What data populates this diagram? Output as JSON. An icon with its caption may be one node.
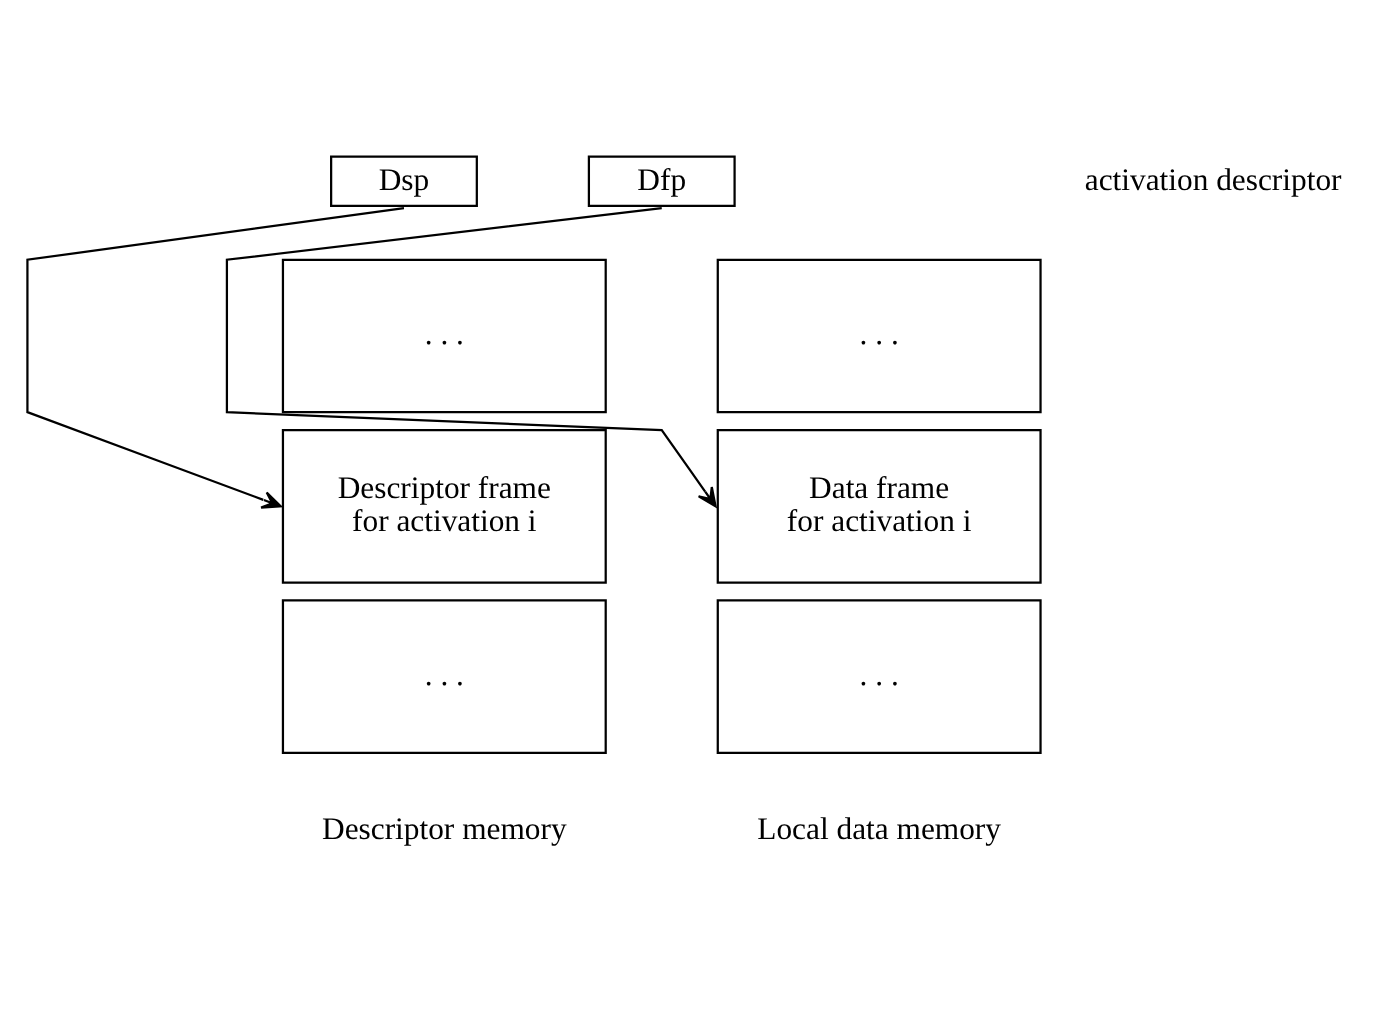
{
  "diagram": {
    "nodes": [
      {
        "text": [
          "Dsp"
        ]
      },
      {
        "text": [
          "Dfp"
        ]
      },
      {
        "text": [
          ". . ."
        ]
      },
      {
        "text": [
          "Descriptor frame for activation i"
        ]
      },
      {
        "text": [
          ". . ."
        ]
      },
      {
        "text": [
          ". . ."
        ]
      },
      {
        "text": [
          "Data frame for activation i"
        ]
      },
      {
        "text": [
          ". . ."
        ]
      }
    ],
    "edges": [
      {
        "from": 0,
        "to": 3,
        "arrow": "to"
      },
      {
        "from": 1,
        "to": 6,
        "arrow": "to"
      }
    ],
    "labels": [
      "activation descriptor",
      "Descriptor memory",
      "Local data memory"
    ]
  }
}
